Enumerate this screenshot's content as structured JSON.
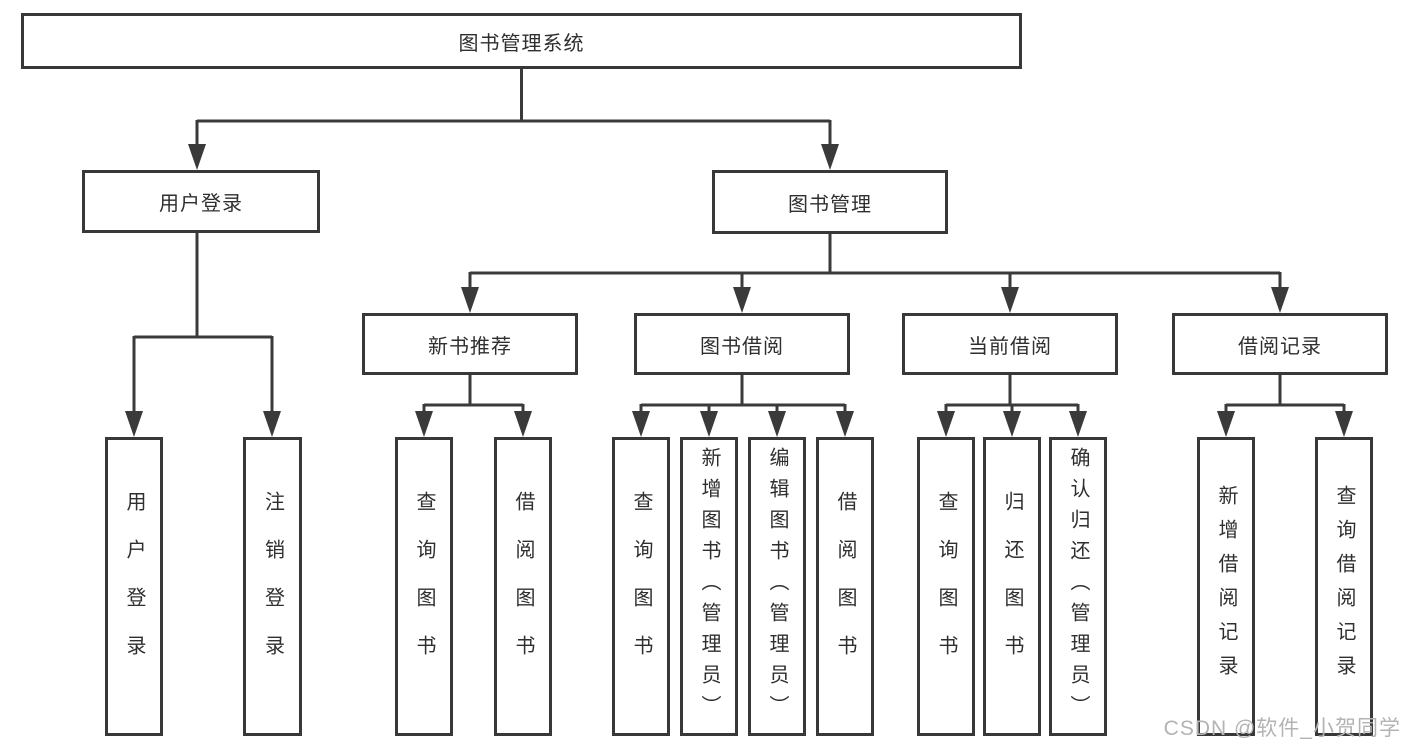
{
  "tree": {
    "root": "图书管理系统",
    "branches": [
      {
        "label": "用户登录",
        "children": [
          {
            "label": "用户登录"
          },
          {
            "label": "注销登录"
          }
        ]
      },
      {
        "label": "图书管理",
        "groups": [
          {
            "label": "新书推荐",
            "children": [
              {
                "label": "查询图书"
              },
              {
                "label": "借阅图书"
              }
            ]
          },
          {
            "label": "图书借阅",
            "children": [
              {
                "label": "查询图书"
              },
              {
                "label": "新增图书（管理员）"
              },
              {
                "label": "编辑图书（管理员）"
              },
              {
                "label": "借阅图书"
              }
            ]
          },
          {
            "label": "当前借阅",
            "children": [
              {
                "label": "查询图书"
              },
              {
                "label": "归还图书"
              },
              {
                "label": "确认归还（管理员）"
              }
            ]
          },
          {
            "label": "借阅记录",
            "children": [
              {
                "label": "新增借阅记录"
              },
              {
                "label": "查询借阅记录"
              }
            ]
          }
        ]
      }
    ]
  },
  "watermark": {
    "text": "CSDN @软件_小贺同学"
  },
  "colors": {
    "line": "#3a3a3a",
    "box_border": "#383838",
    "text": "#2f2f2f",
    "watermark": "#b3b3b3",
    "background": "#ffffff"
  }
}
